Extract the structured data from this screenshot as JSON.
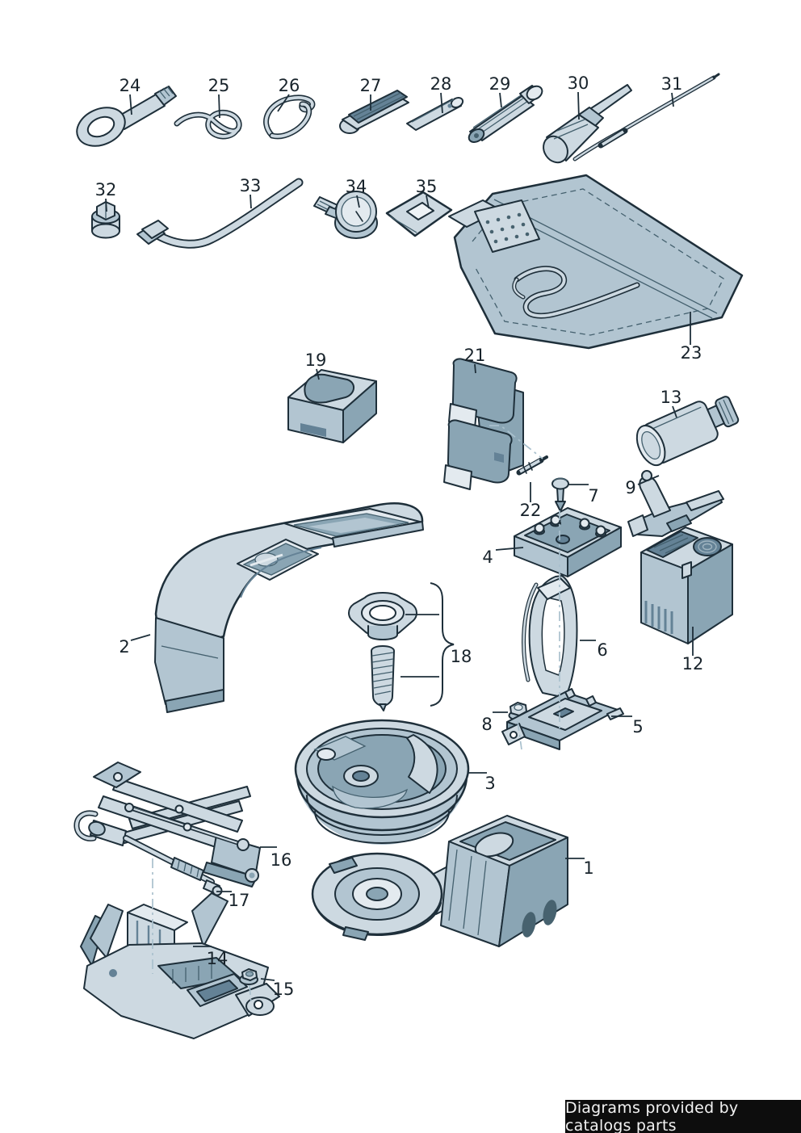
{
  "footer": {
    "text": "Diagrams provided by catalogs parts"
  },
  "colors": {
    "outline": "#1e2f3a",
    "part_light": "#e3eaef",
    "part_mid": "#cdd9e1",
    "part_shade": "#b2c5d1",
    "part_dark": "#8aa5b4",
    "part_deep": "#648296",
    "centerline_blue": "#a9c0cd",
    "label_text": "#18232b",
    "footer_bg": "#0d0d0d",
    "footer_text": "#f2f2f2",
    "background": "#ffffff"
  },
  "parts": {
    "p1": {
      "number": "1",
      "name": "foam tool organizer insert"
    },
    "p2": {
      "number": "2",
      "name": "curved tool storage tray"
    },
    "p3": {
      "number": "3",
      "name": "spare wheel tool bowl"
    },
    "p4": {
      "number": "4",
      "name": "small storage tray"
    },
    "p5": {
      "number": "5",
      "name": "mounting bracket plate"
    },
    "p6": {
      "number": "6",
      "name": "retaining strap"
    },
    "p7": {
      "number": "7",
      "name": "retaining pin"
    },
    "p8": {
      "number": "8",
      "name": "hex flange nut"
    },
    "p9": {
      "number": "9",
      "name": "retaining bracket"
    },
    "p12": {
      "number": "12",
      "name": "air compressor"
    },
    "p13": {
      "number": "13",
      "name": "tire sealant canister"
    },
    "p14": {
      "number": "14",
      "name": "folded sheet bracket"
    },
    "p15": {
      "number": "15",
      "name": "flange nut"
    },
    "p16": {
      "number": "16",
      "name": "scissor jack"
    },
    "p17": {
      "number": "17",
      "name": "jack crank handle"
    },
    "p18": {
      "number": "18",
      "name": "wing knob with threaded stud"
    },
    "p19": {
      "number": "19",
      "name": "foam holder block"
    },
    "p21": {
      "number": "21",
      "name": "holder bracket"
    },
    "p22": {
      "number": "22",
      "name": "expanding rivet"
    },
    "p23": {
      "number": "23",
      "name": "tool bag"
    },
    "p24": {
      "number": "24",
      "name": "towing eye"
    },
    "p25": {
      "number": "25",
      "name": "spring clip"
    },
    "p26": {
      "number": "26",
      "name": "wire clip"
    },
    "p27": {
      "number": "27",
      "name": "clamp"
    },
    "p28": {
      "number": "28",
      "name": "pin"
    },
    "p29": {
      "number": "29",
      "name": "wrench extension sleeve"
    },
    "p30": {
      "number": "30",
      "name": "screwdriver"
    },
    "p31": {
      "number": "31",
      "name": "rod"
    },
    "p32": {
      "number": "32",
      "name": "adapter bolt"
    },
    "p33": {
      "number": "33",
      "name": "wheel bolt wrench"
    },
    "p34": {
      "number": "34",
      "name": "tire pressure gauge"
    },
    "p35": {
      "number": "35",
      "name": "wedge plate"
    }
  }
}
